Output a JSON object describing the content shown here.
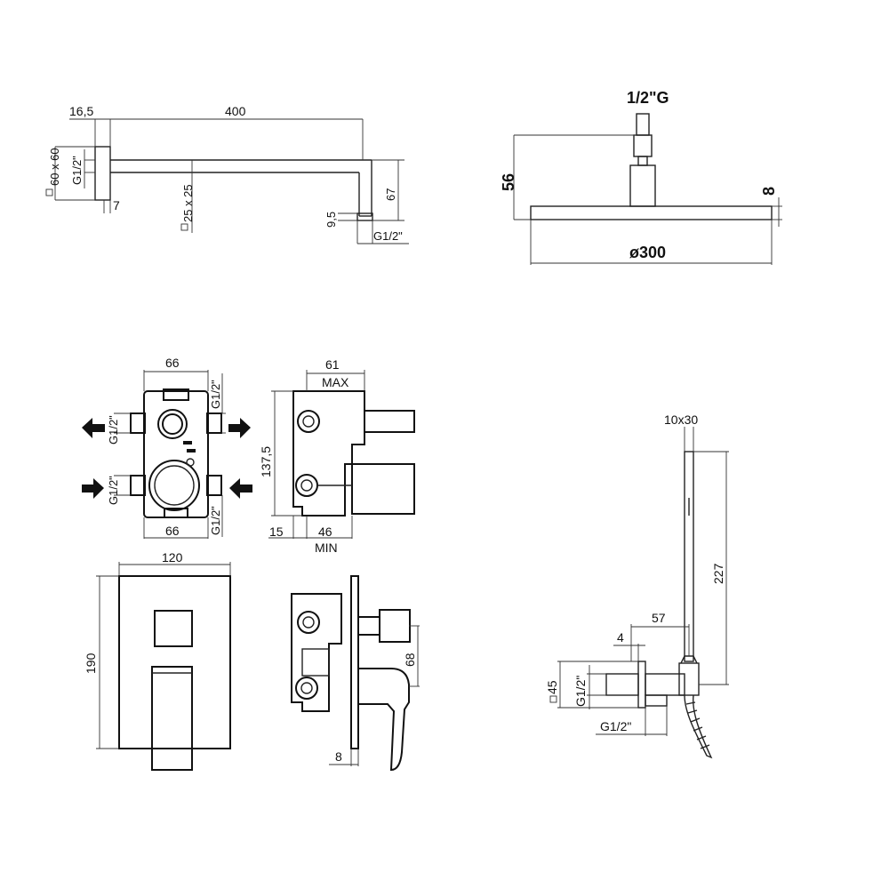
{
  "shower_arm": {
    "dim_16_5": "16,5",
    "dim_400": "400",
    "dim_60x60": "60 x 60",
    "dim_g12_wall": "G1/2\"",
    "dim_7": "7",
    "dim_25x25": "25 x 25",
    "dim_9_5": "9,5",
    "dim_67": "67",
    "dim_g12_outlet": "G1/2\""
  },
  "shower_head": {
    "dim_thread": "1/2\"G",
    "dim_56": "56",
    "dim_8": "8",
    "dim_diameter": "ø300"
  },
  "concealed_body": {
    "dim_66_top": "66",
    "dim_66_bottom": "66",
    "dim_g12_upper_left": "G1/2\"",
    "dim_g12_upper_right": "G1/2\"",
    "dim_g12_lower_left": "G1/2\"",
    "dim_g12_lower_right": "G1/2\"",
    "dim_61": "61",
    "label_max": "MAX",
    "dim_137_5": "137,5",
    "dim_15": "15",
    "dim_46": "46",
    "label_min": "MIN"
  },
  "mixer_plate": {
    "dim_120": "120",
    "dim_190": "190",
    "dim_68": "68",
    "dim_8": "8"
  },
  "hand_shower": {
    "dim_10x30": "10x30",
    "dim_227": "227",
    "dim_57": "57",
    "dim_4": "4",
    "dim_45": "45",
    "dim_g12_side": "G1/2\"",
    "dim_g12_bottom": "G1/2\""
  }
}
